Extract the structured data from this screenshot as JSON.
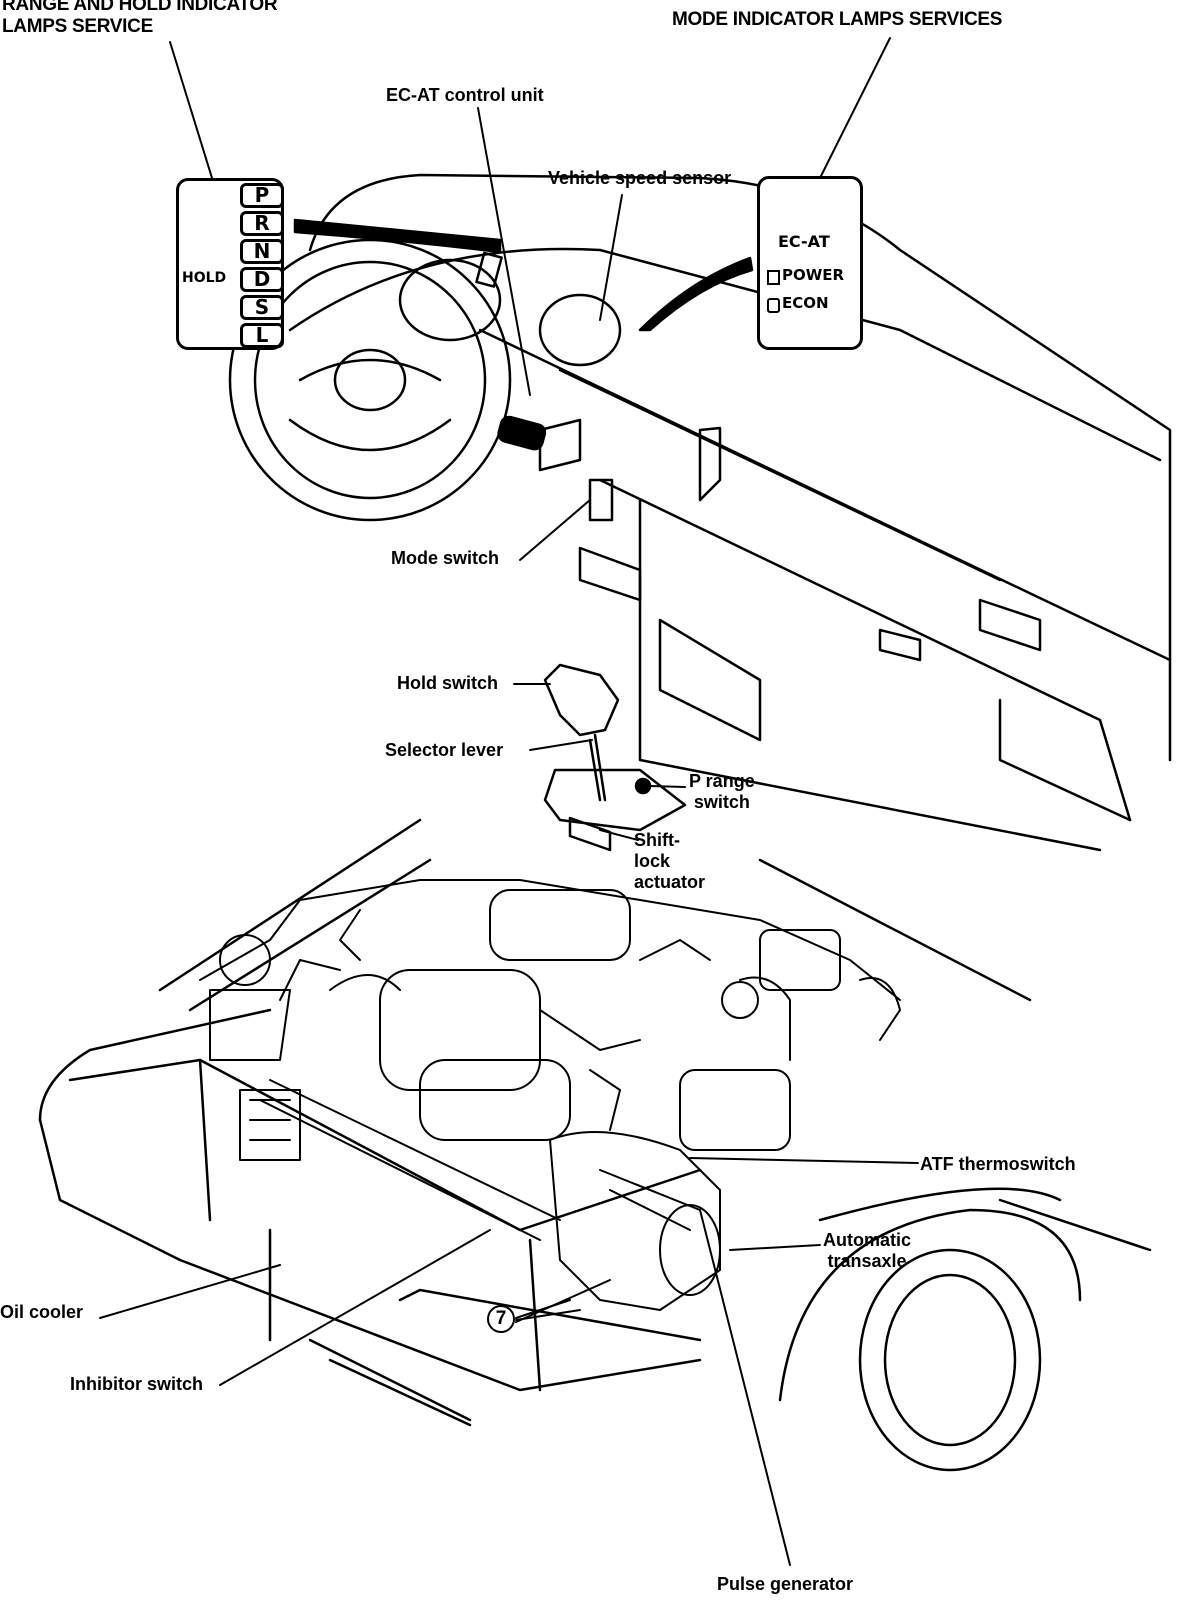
{
  "diagram": {
    "headers": {
      "range_hold": "RANGE AND HOLD INDICATOR\nLAMPS SERVICE",
      "mode_indicator": "MODE INDICATOR LAMPS SERVICES"
    },
    "range_panel": {
      "hold_label": "HOLD",
      "gears": [
        "P",
        "R",
        "N",
        "D",
        "S",
        "L"
      ]
    },
    "mode_panel": {
      "title": "EC-AT",
      "lamps": [
        "POWER",
        "ECON"
      ]
    },
    "labels": {
      "ecat_control_unit": "EC-AT control unit",
      "vehicle_speed_sensor": "Vehicle speed sensor",
      "mode_switch": "Mode switch",
      "hold_switch": "Hold switch",
      "selector_lever": "Selector lever",
      "p_range_switch": "P range\nswitch",
      "shift_lock_actuator": "Shift-\nlock\nactuator",
      "atf_thermoswitch": "ATF thermoswitch",
      "automatic_transaxle": "Automatic\ntransaxle",
      "oil_cooler": "Oil cooler",
      "inhibitor_switch": "Inhibitor switch",
      "pulse_generator": "Pulse generator"
    },
    "callout": "7"
  }
}
